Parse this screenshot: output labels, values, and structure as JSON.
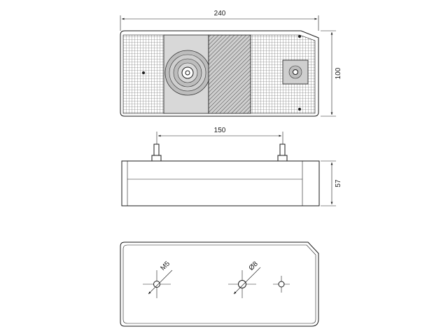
{
  "drawing": {
    "top_view": {
      "width_label": "240",
      "height_label": "100"
    },
    "side_view": {
      "spacing_label": "150",
      "height_label": "57"
    },
    "bottom_view": {
      "thread_label": "M5",
      "hole_label": "Ø8"
    }
  }
}
